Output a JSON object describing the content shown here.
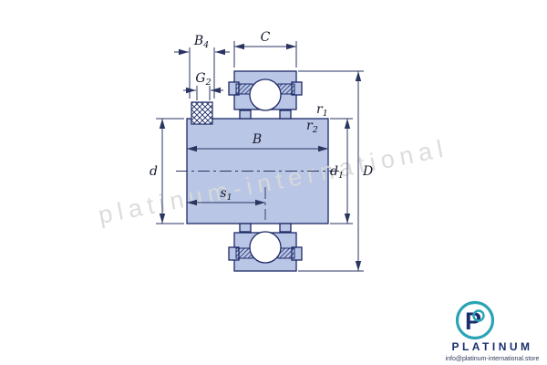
{
  "watermark": {
    "text": "platinum-international"
  },
  "diagram": {
    "type": "bearing-cross-section-drawing",
    "labels": {
      "B4": {
        "base": "B",
        "sub": "4"
      },
      "C": {
        "base": "C",
        "sub": ""
      },
      "G2": {
        "base": "G",
        "sub": "2"
      },
      "r1": {
        "base": "r",
        "sub": "1"
      },
      "r2": {
        "base": "r",
        "sub": "2"
      },
      "B": {
        "base": "B",
        "sub": ""
      },
      "d": {
        "base": "d",
        "sub": ""
      },
      "d1": {
        "base": "d",
        "sub": "1"
      },
      "D": {
        "base": "D",
        "sub": ""
      },
      "s1": {
        "base": "s",
        "sub": "1"
      }
    },
    "colors": {
      "part_fill": "#b9c6e6",
      "outline": "#1d2a66",
      "dimension_line": "#2a3560",
      "label_text": "#14182b",
      "watermark": "#d9d9d9"
    }
  },
  "branding": {
    "logo_letter": "P",
    "name": "PLATINUM",
    "email": "info@platinum-international.store",
    "colors": {
      "navy": "#1b2e6e",
      "cyan": "#2aa4b5"
    }
  }
}
